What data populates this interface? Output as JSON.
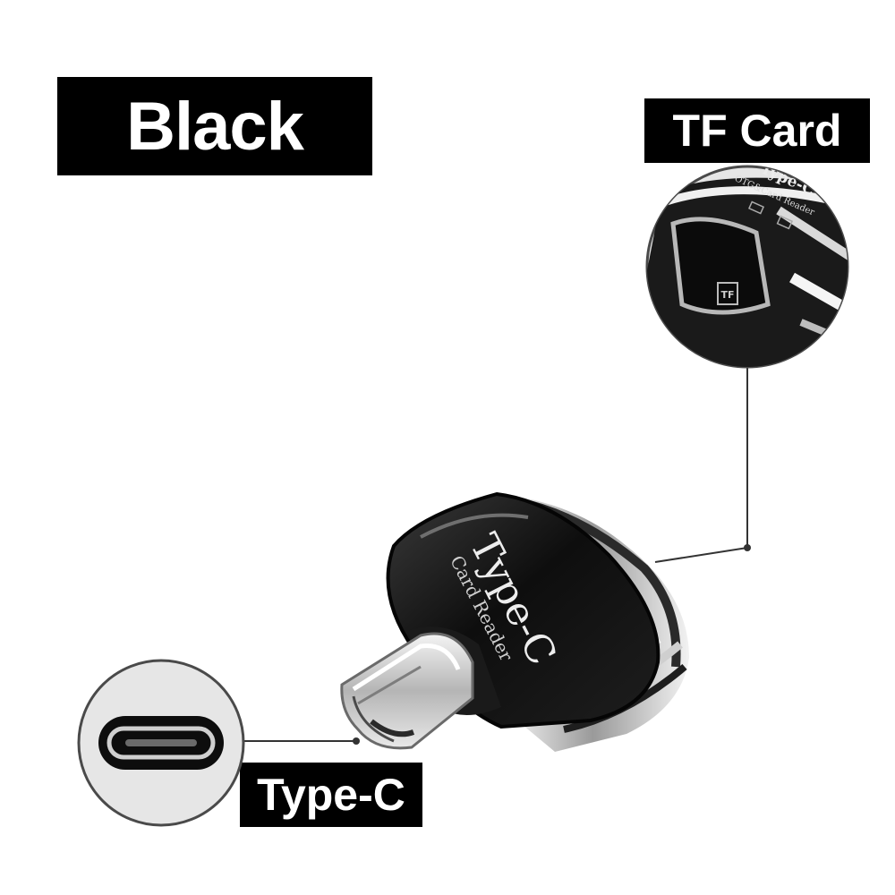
{
  "labels": {
    "color": "Black",
    "tf_card": "TF Card",
    "type_c": "Type-C"
  },
  "device": {
    "print_main": "Type-C",
    "print_sub": "Card Reader"
  },
  "tf_zoom": {
    "print_main": "Type-C",
    "print_sub": "OTG&Card Reader",
    "slot_mark": "TF"
  },
  "colors": {
    "label_bg": "#000000",
    "label_text": "#ffffff",
    "device_body": "#141414",
    "device_chrome": "#e8e8e8",
    "connector": "#d8d8d8",
    "callout_bg": "#e6e6e6"
  }
}
